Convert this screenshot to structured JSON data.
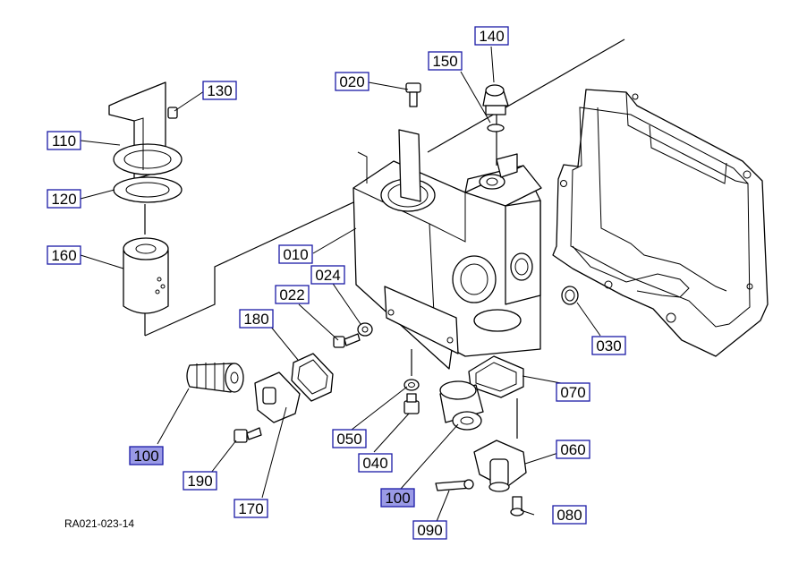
{
  "drawing_code": "RA021-023-14",
  "colors": {
    "callout_border": "#1a1aa6",
    "callout_highlight": "#9a9ae6",
    "line": "#000000"
  },
  "callouts": [
    {
      "id": "c010",
      "label": "010",
      "highlight": false
    },
    {
      "id": "c020",
      "label": "020",
      "highlight": false
    },
    {
      "id": "c022",
      "label": "022",
      "highlight": false
    },
    {
      "id": "c024",
      "label": "024",
      "highlight": false
    },
    {
      "id": "c030",
      "label": "030",
      "highlight": false
    },
    {
      "id": "c040",
      "label": "040",
      "highlight": false
    },
    {
      "id": "c050",
      "label": "050",
      "highlight": false
    },
    {
      "id": "c060",
      "label": "060",
      "highlight": false
    },
    {
      "id": "c070",
      "label": "070",
      "highlight": false
    },
    {
      "id": "c080",
      "label": "080",
      "highlight": false
    },
    {
      "id": "c090",
      "label": "090",
      "highlight": false
    },
    {
      "id": "c100a",
      "label": "100",
      "highlight": true
    },
    {
      "id": "c100b",
      "label": "100",
      "highlight": true
    },
    {
      "id": "c110",
      "label": "110",
      "highlight": false
    },
    {
      "id": "c120",
      "label": "120",
      "highlight": false
    },
    {
      "id": "c130",
      "label": "130",
      "highlight": false
    },
    {
      "id": "c140",
      "label": "140",
      "highlight": false
    },
    {
      "id": "c150",
      "label": "150",
      "highlight": false
    },
    {
      "id": "c160",
      "label": "160",
      "highlight": false
    },
    {
      "id": "c170",
      "label": "170",
      "highlight": false
    },
    {
      "id": "c180",
      "label": "180",
      "highlight": false
    },
    {
      "id": "c190",
      "label": "190",
      "highlight": false
    }
  ]
}
